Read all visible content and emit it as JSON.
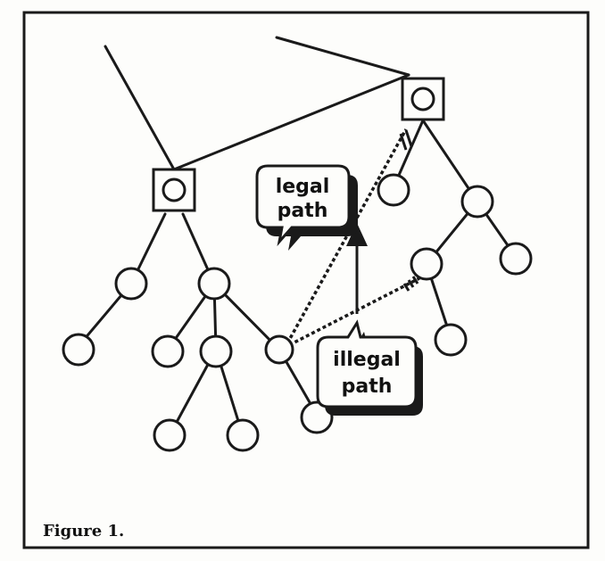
{
  "figure": {
    "caption": "Figure 1.",
    "callouts": {
      "legal": [
        "legal",
        "path"
      ],
      "illegal": [
        "illegal",
        "path"
      ]
    }
  }
}
